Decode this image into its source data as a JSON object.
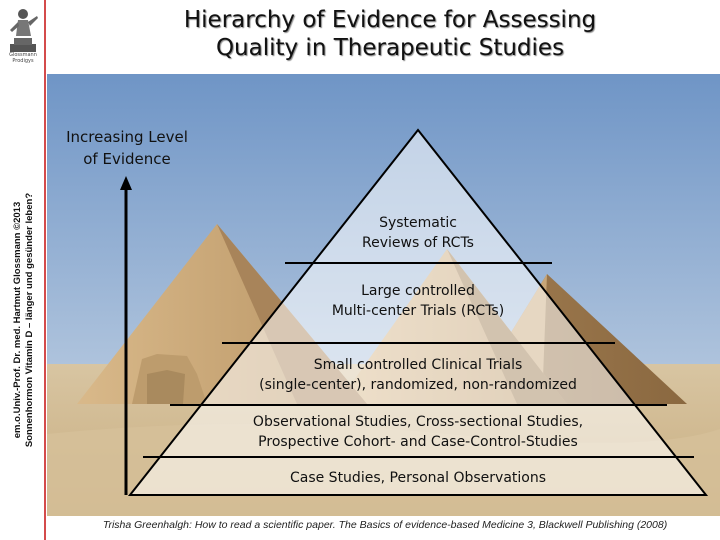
{
  "title": {
    "line1": "Hierarchy of Evidence for Assessing",
    "line2": "Quality in Therapeutic Studies"
  },
  "sidebar": {
    "line1": "em.o.Univ.-Prof. Dr. med. Hartmut Glossmann ©2013",
    "line2": "Sonnenhormon Vitamin D – länger und gesünder leben?",
    "logo_caption": "Glossmann Prodigys"
  },
  "axis": {
    "label_line1": "Increasing Level",
    "label_line2": "of Evidence"
  },
  "pyramid_levels": [
    {
      "line1": "Systematic",
      "line2": "Reviews of RCTs"
    },
    {
      "line1": "Large controlled",
      "line2": "Multi-center Trials (RCTs)"
    },
    {
      "line1": "Small controlled Clinical Trials",
      "line2": "(single-center), randomized, non-randomized"
    },
    {
      "line1": "Observational Studies, Cross-sectional Studies,",
      "line2": "Prospective Cohort- and Case-Control-Studies"
    },
    {
      "line1": "Case Studies, Personal Observations",
      "line2": ""
    }
  ],
  "citation": "Trisha Greenhalgh: How to read a scientific paper. The Basics of evidence-based Medicine 3, Blackwell Publishing (2008)",
  "colors": {
    "sky_top": "#6f95c6",
    "sky_bottom": "#cfdbe8",
    "sand": "#d2bd97",
    "pyramid_stone": "#c29d68",
    "accent_line": "#d44b4b"
  }
}
